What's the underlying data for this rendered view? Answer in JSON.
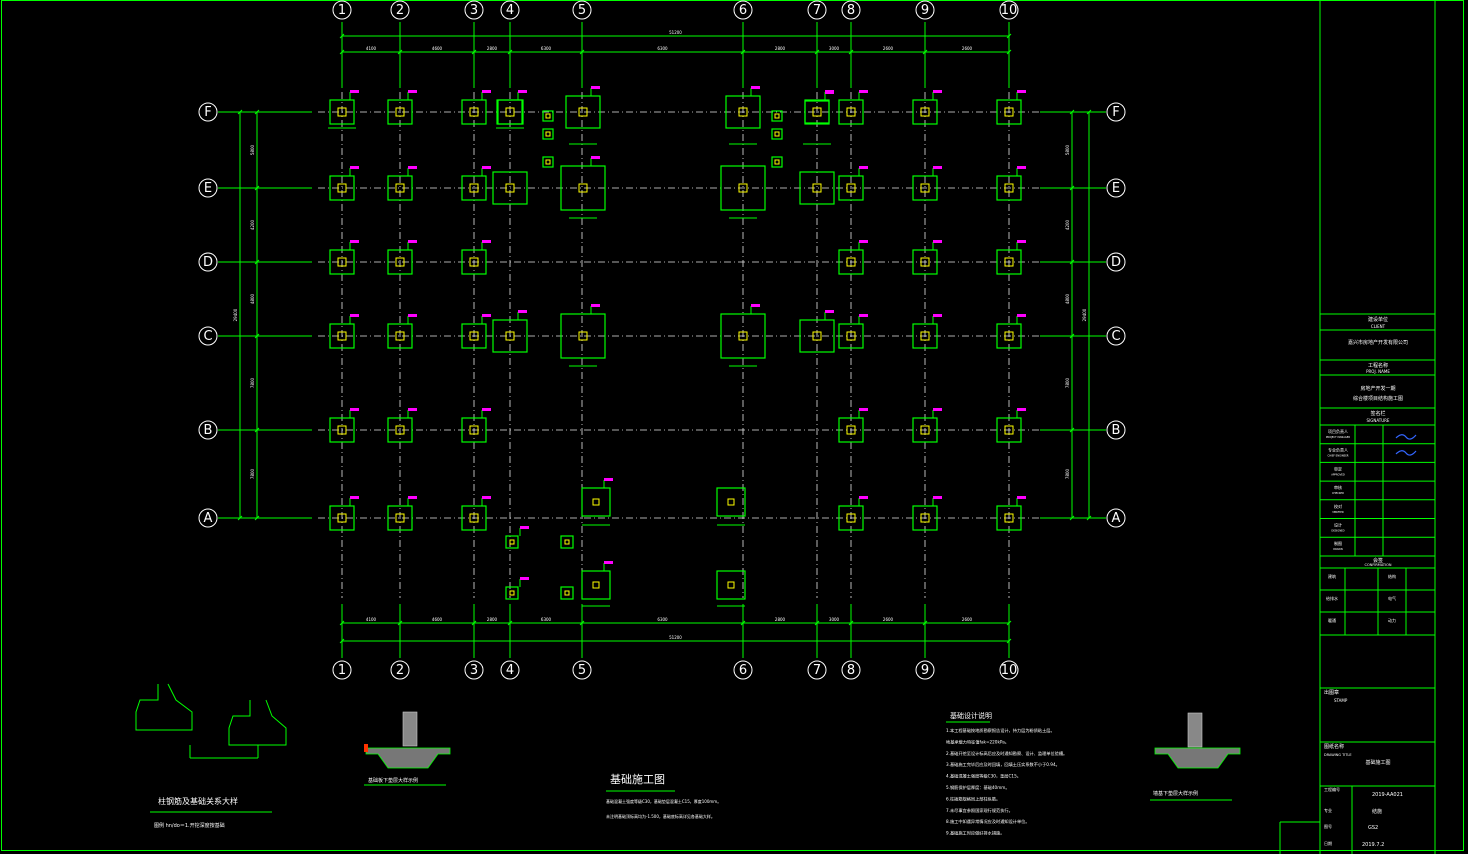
{
  "axes_x": [
    "1",
    "2",
    "3",
    "4",
    "5",
    "6",
    "7",
    "8",
    "9",
    "10"
  ],
  "axes_y": [
    "F",
    "E",
    "D",
    "C",
    "B",
    "A"
  ],
  "dims_top_total": "51200",
  "dims_top_parts": [
    "4100",
    "4600",
    "2800",
    "6300",
    "6300",
    "2800",
    "3000",
    "2600",
    "2600"
  ],
  "dims_bottom_parts": [
    "4100",
    "4600",
    "2800",
    "6300",
    "6300",
    "2800",
    "3000",
    "2600",
    "2600"
  ],
  "dims_left_parts": [
    "5800",
    "4200",
    "4800",
    "7800",
    "7800"
  ],
  "dims_left_total": "29400",
  "plan_title": "基础施工图",
  "notes_title": "基础设计说明",
  "detail_left_title": "柱钢筋及基础关系大样",
  "detail_left_sub": "图例 hn/do＝1.开挖深度按基础",
  "detail_mid_title": "基础板下垫层大样示例",
  "detail_right_title": "墙基下垫层大样示例",
  "plan_note_lines": [
    "基础混凝土强度等级C30，基础垫层混凝土C15，厚度100mm。",
    "未注明基础顶标高均为-1.500，基础底标高详见各基础大样。"
  ],
  "notes_lines": [
    "1.本工程基础按地质勘察报告设计，持力层为粉质粘土层。",
    "地基承载力特征值fak=220kPa。",
    "2.基础开挖至设计标高后应及时通知勘察、设计、监理单位验槽。",
    "3.基础施工完毕后应及时回填，回填土压实系数不小于0.94。",
    "4.基础混凝土强度等级C30，垫层C15。",
    "5.钢筋保护层厚度：基础40mm。",
    "6.柱插筋规格同上部柱纵筋。",
    "7.未尽事宜参照国家现行规范执行。",
    "8.施工中如遇异常情况应及时通知设计单位。",
    "9.基础施工时应做好排水措施。"
  ],
  "title_block": {
    "client_label": "建设单位",
    "client_label_en": "CLIENT",
    "client_name": "嘉兴市房地产开发有限公司",
    "project_label": "工程名称",
    "project_label_en": "PROJ. NAME",
    "project_name_1": "房地产开发一期",
    "project_name_2": "综合楼项目结构施工图",
    "sign_label": "签名栏",
    "sign_label_en": "SIGNATURE",
    "roles": [
      "项目负责人",
      "专业负责人",
      "审定",
      "审核",
      "校对",
      "设计",
      "制图"
    ],
    "roles_en": [
      "PROJECT MANAGER",
      "CHIEF ENGINEER",
      "APPROVED",
      "CHECKED",
      "VERIFIED",
      "DESIGNED",
      "DRAWN"
    ],
    "confirm_label": "会签",
    "confirm_label_en": "CONFIRMATION",
    "disciplines": [
      "建筑",
      "结构",
      "给排水",
      "电气",
      "暖通",
      "动力"
    ],
    "stamp_label": "出图章",
    "stamp_label_en": "STAMP",
    "drawing_name_label": "图纸名称",
    "drawing_name_label_en": "DRAWING TITLE",
    "drawing_name": "基础施工图",
    "project_no_label": "工程编号",
    "project_no": "2019-AA021",
    "discipline_label": "专业",
    "discipline": "结施",
    "drawing_no_label": "图号",
    "drawing_no": "GS2",
    "date_label": "日期",
    "date": "2019.7.2"
  }
}
